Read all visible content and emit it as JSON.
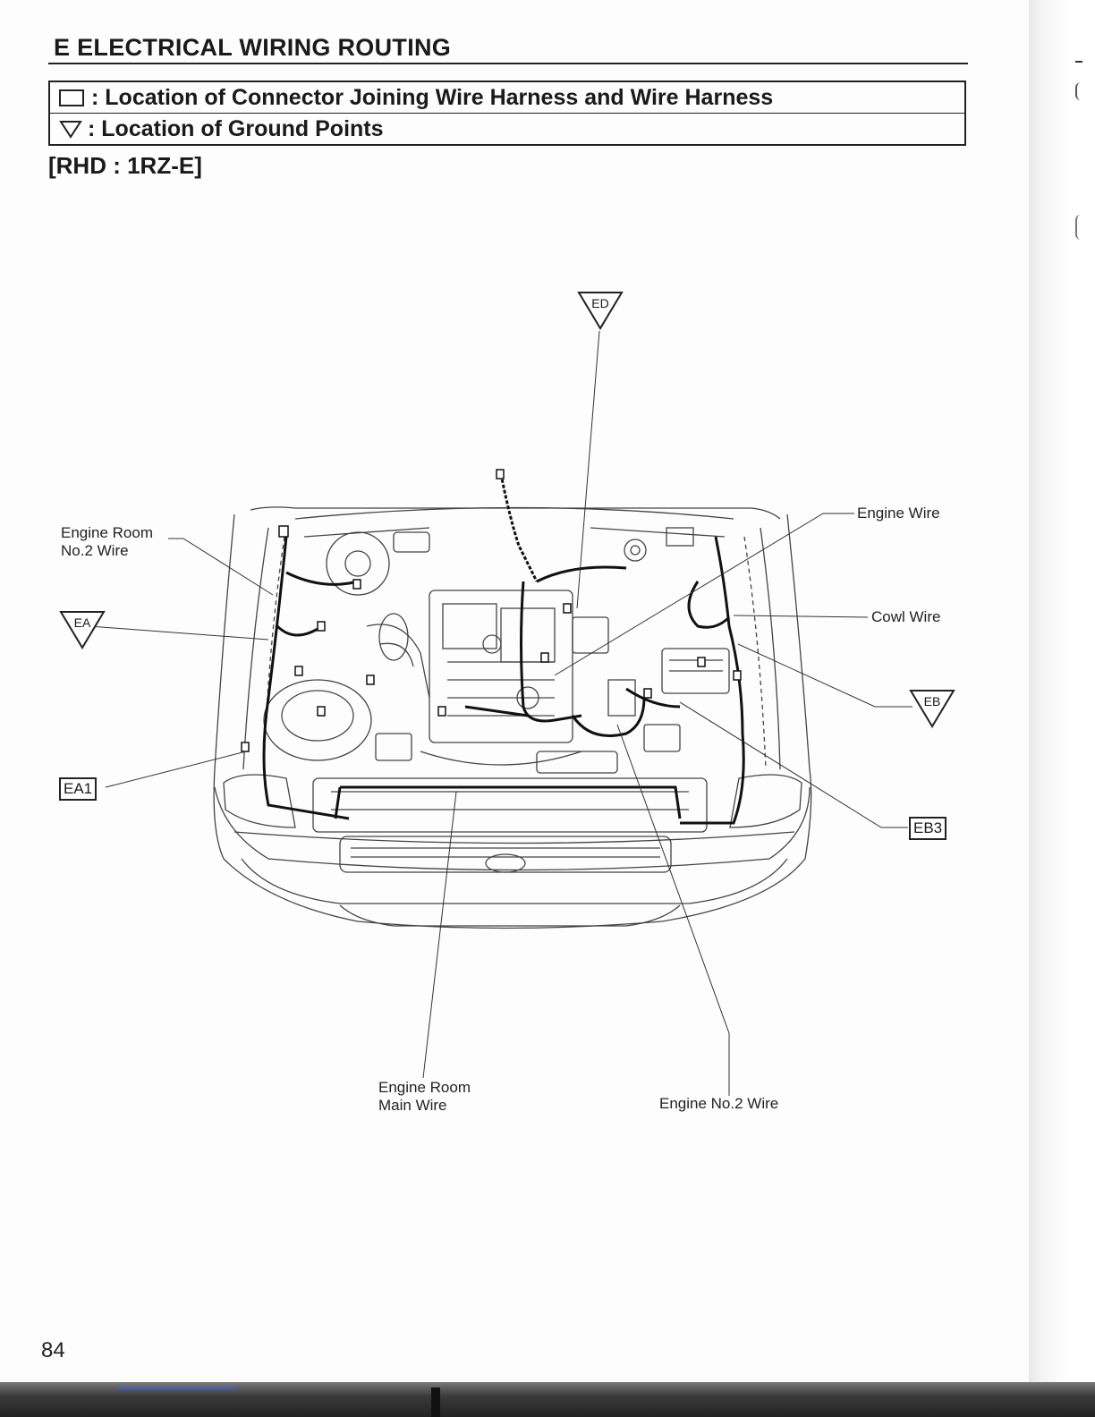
{
  "header": {
    "title": "E  ELECTRICAL WIRING ROUTING"
  },
  "legend": {
    "connector_text": ": Location of Connector Joining Wire Harness and Wire Harness",
    "ground_text": ": Location of Ground Points"
  },
  "subtitle": "[RHD : 1RZ-E]",
  "labels": {
    "engine_room_no2_wire_line1": "Engine Room",
    "engine_room_no2_wire_line2": "No.2 Wire",
    "engine_wire": "Engine Wire",
    "cowl_wire": "Cowl Wire",
    "engine_room_main_wire_line1": "Engine Room",
    "engine_room_main_wire_line2": "Main Wire",
    "engine_no2_wire": "Engine No.2 Wire"
  },
  "ground_points": {
    "ed": "ED",
    "ea": "EA",
    "eb": "EB"
  },
  "connectors": {
    "ea1": "EA1",
    "eb3": "EB3"
  },
  "footer": {
    "page_number": "84"
  },
  "icons": {
    "connector_symbol": "rectangle-icon",
    "ground_symbol": "triangle-down-icon"
  }
}
